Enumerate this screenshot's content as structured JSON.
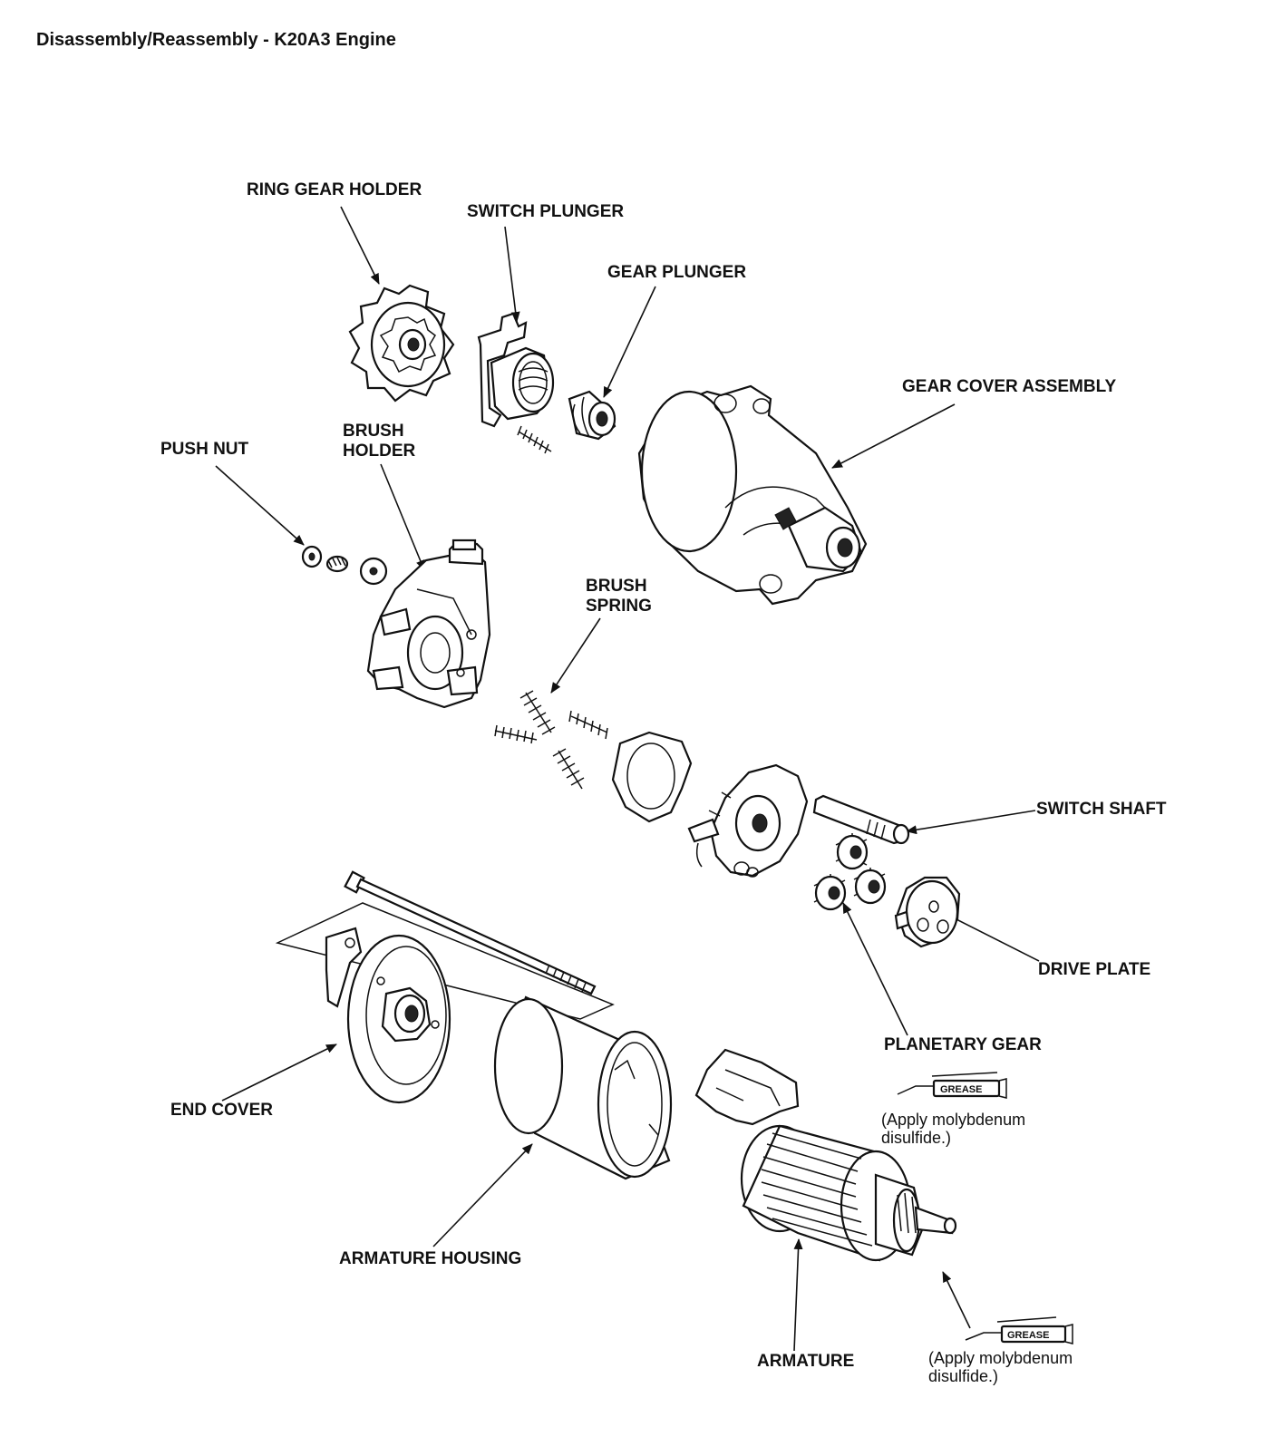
{
  "page_title": "Disassembly/Reassembly - K20A3 Engine",
  "labels": {
    "ring_gear_holder": "RING GEAR HOLDER",
    "switch_plunger": "SWITCH PLUNGER",
    "gear_plunger": "GEAR PLUNGER",
    "gear_cover_assembly": "GEAR COVER ASSEMBLY",
    "push_nut": "PUSH NUT",
    "brush_holder_1": "BRUSH",
    "brush_holder_2": "HOLDER",
    "brush_spring_1": "BRUSH",
    "brush_spring_2": "SPRING",
    "switch_shaft": "SWITCH SHAFT",
    "drive_plate": "DRIVE PLATE",
    "planetary_gear": "PLANETARY GEAR",
    "end_cover": "END COVER",
    "armature_housing": "ARMATURE HOUSING",
    "armature": "ARMATURE"
  },
  "grease_notes": [
    {
      "tag": "GREASE",
      "line1": "(Apply molybdenum",
      "line2": "disulfide.)"
    },
    {
      "tag": "GREASE",
      "line1": "(Apply molybdenum",
      "line2": "disulfide.)"
    }
  ]
}
